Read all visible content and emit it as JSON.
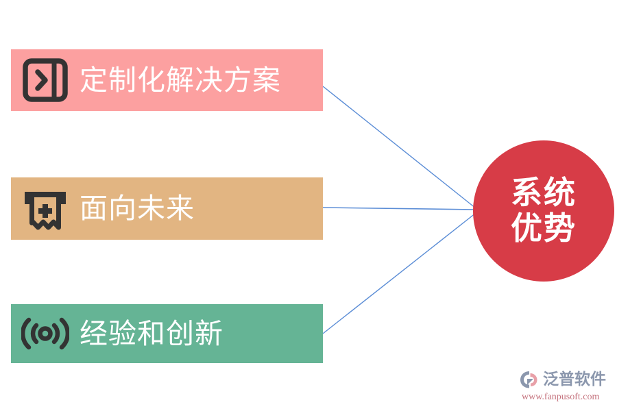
{
  "diagram": {
    "type": "convergent-relationship",
    "background_color": "#ffffff",
    "connector_color": "#5B8DD6",
    "hub": {
      "shape": "circle",
      "fill_color": "#D73C47",
      "text_color": "#ffffff",
      "lines": [
        "系统",
        "优势"
      ]
    },
    "features": [
      {
        "id": "custom-solution",
        "label": "定制化解决方案",
        "icon": "panel-layout-chevron-icon",
        "background_color": "#FCA0A0",
        "text_color": "#ffffff",
        "icon_color": "#333333"
      },
      {
        "id": "future-oriented",
        "label": "面向未来",
        "icon": "receipt-voucher-plus-icon",
        "background_color": "#E2B582",
        "text_color": "#ffffff",
        "icon_color": "#333333"
      },
      {
        "id": "experience-innovation",
        "label": "经验和创新",
        "icon": "broadcast-signal-icon",
        "background_color": "#65B495",
        "text_color": "#ffffff",
        "icon_color": "#333333"
      }
    ]
  },
  "watermark": {
    "mark_icon": "fanpu-swoosh-logo-icon",
    "brand_name": "泛普软件",
    "url": "www.fanpusoft.com",
    "brand_color": "#8B97AD",
    "url_color": "#C4717C"
  }
}
